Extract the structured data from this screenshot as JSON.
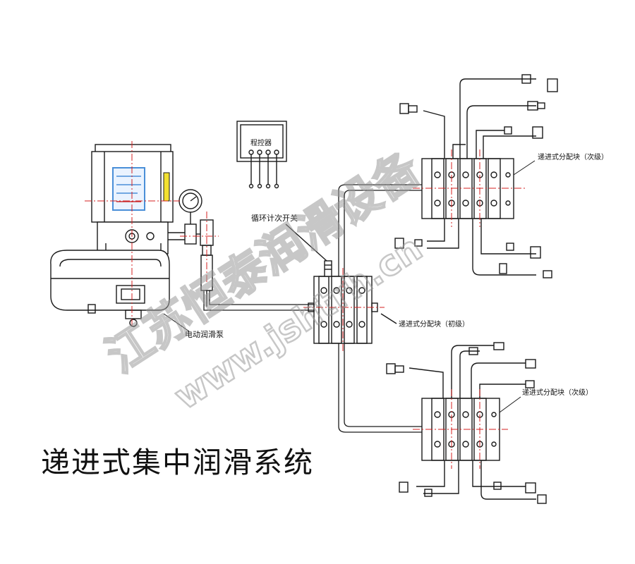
{
  "title": "递进式集中润滑系统",
  "labels": {
    "controller": "程控器",
    "cycle_switch": "循环计次开关",
    "pump": "电动润滑泵",
    "primary_block": "递进式分配块（初级）",
    "secondary_block_top": "递进式分配块（次级）",
    "secondary_block_bottom": "递进式分配块（次级）"
  },
  "watermark": {
    "company": "江苏恒泰润滑设备",
    "url": "www.jshtrh.cn",
    "color": "#c8c8c8"
  },
  "colors": {
    "line": "#1a1a1a",
    "centerline": "#d42020",
    "pump_panel": "#4a8fd8",
    "pump_side_bar": "#f2e030"
  }
}
